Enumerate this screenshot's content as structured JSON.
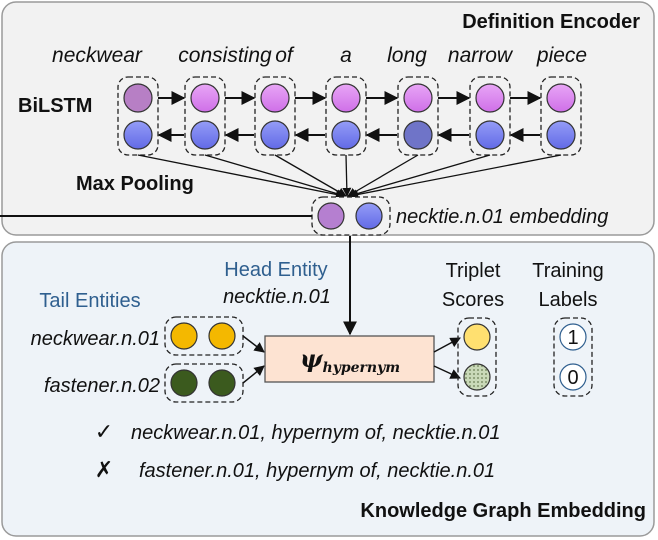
{
  "top_panel": {
    "title": "Definition Encoder",
    "words": [
      "neckwear",
      "consisting",
      "of",
      "a",
      "long",
      "narrow",
      "piece"
    ],
    "bilstm_label": "BiLSTM",
    "maxpool_label": "Max Pooling",
    "embedding_label": "necktie.n.01 embedding"
  },
  "bottom_panel": {
    "title": "Knowledge Graph Embedding",
    "head_entity_title": "Head Entity",
    "head_entity_value": "necktie.n.01",
    "tail_entities_title": "Tail Entities",
    "tail_entities": [
      "neckwear.n.01",
      "fastener.n.02"
    ],
    "scorer_symbol": "ψ",
    "scorer_subscript": "hypernym",
    "triplet_scores_title": [
      "Triplet",
      "Scores"
    ],
    "training_labels_title": [
      "Training",
      "Labels"
    ],
    "labels": [
      "1",
      "0"
    ],
    "examples": [
      {
        "mark": "✓",
        "text": "neckwear.n.01, hypernym of, necktie.n.01"
      },
      {
        "mark": "✗",
        "text": "fastener.n.01, hypernym of, necktie.n.01"
      }
    ]
  },
  "colors": {
    "panel_fill": "#f2f2f2",
    "panel_fill_bottom": "#eef3f8",
    "forward_cell": "#dc84f0",
    "backward_cell": "#7b83f0",
    "neckwear_node": "#f4b800",
    "fastener_node": "#3b5a1e",
    "score_top": "#ffe070",
    "score_bottom": "#b4c8a0",
    "scorer_box": "#fde3d2"
  },
  "icons": {
    "check": "checkmark-icon",
    "cross": "cross-icon"
  }
}
